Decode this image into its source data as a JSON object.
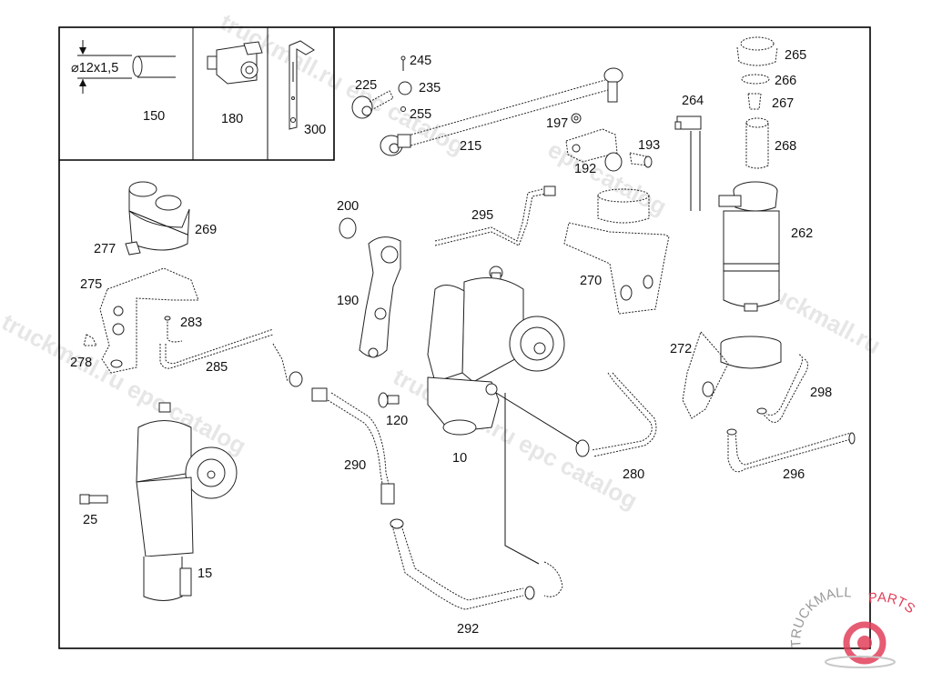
{
  "diagram": {
    "header_cells": [
      {
        "part": "150",
        "dimension": "⌀12x1,5"
      },
      {
        "part": "180"
      },
      {
        "part": "300"
      }
    ],
    "labels": {
      "p10": "10",
      "p15": "15",
      "p25": "25",
      "p120": "120",
      "p190": "190",
      "p192": "192",
      "p193": "193",
      "p197": "197",
      "p200": "200",
      "p215": "215",
      "p225": "225",
      "p235": "235",
      "p245": "245",
      "p255": "255",
      "p262": "262",
      "p264": "264",
      "p265": "265",
      "p266": "266",
      "p267": "267",
      "p268": "268",
      "p269": "269",
      "p270": "270",
      "p272": "272",
      "p275": "275",
      "p277": "277",
      "p278": "278",
      "p280": "280",
      "p283": "283",
      "p285": "285",
      "p290": "290",
      "p292": "292",
      "p295": "295",
      "p296": "296",
      "p298": "298"
    },
    "watermarks": [
      "truckmall.ru epc catalog",
      "truckmall.ru epc catalog",
      "truckmall.ru epc catalog",
      "epc catalog",
      "truckmall.ru"
    ],
    "logo": {
      "text_left": "TRUCKMALL",
      "text_right": "PARTS",
      "accent": "#e0405a",
      "text_color": "#9a9a9a"
    }
  }
}
